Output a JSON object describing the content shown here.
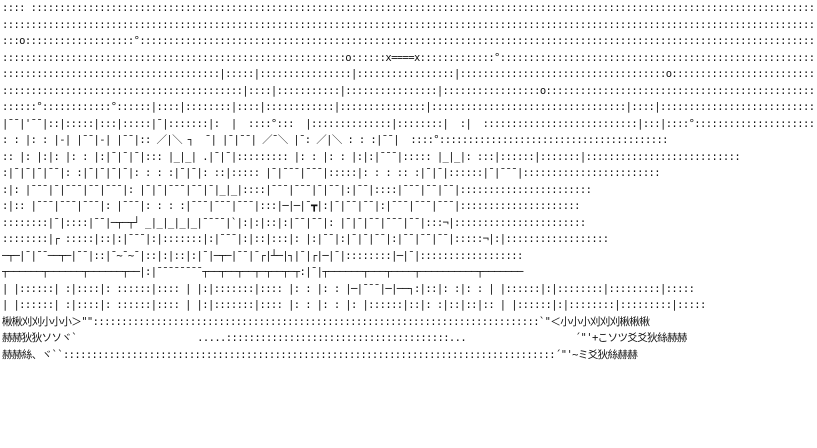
{
  "art": {
    "lines": [
      ":::: ::::::::::::::::::::::::::::::::::::::::::::::::::::::::::::::::::::::::::::::::::::::::::::::::::::::::::::::::::::::::::::::::::::::::::::::::::::::::::::::::::::::::::::::::::::::::::::::::::::",
      "::::::::::::::::::::::::::::::::::::::::::::::::::::::::::::::::::::::::::::::::::::::::::::::::::::::::::::::::::::::::::::::::::::::::::::::::::::::::::::::::::::::::::::::::::::::::::::::::::::::::",
      ":::o:::::::::::::::::::°:::::::::::::::::::::::::::::::::::::::::::::::::::::::::::::::::::::::::::::::::::::::::::::::::::::::::::::::::::::::::::::::::::::::::::::::::::::::::::::::::::::::::::",
      "::::::::::::::::::::::::::::::::::::::::::::::::::::::::::::o::::::x====x:::::::::::::°::::::::::::::::::::::::::::::::::::::::::::::::::::::::::::::::::::::::::::::::::::::::::::::::::::",
      "::::::::::::::::::::::::::::::::::::::|:::::|::::::::::::::::|:::::::::::::::::|::::::::::::::::::::::::::::::::::::o::::::::::::::::::::::::::::::::::::::::::::::::::::::::::::::::::::::::::",
      "::::::::::::::::::::::::::::::::::::::::::|::::|:::::::::::|::::::::::::::::|:::::::::::::::::o:::::::::::::::::::::::::::::::::::::::::::::::::::::::::::::::::::::::::::::::::::::::::::::::::",
      "::::::°::::::::::::°::::::|::::|::::::::|::::|::::::::::::|:::::::::::::::|::::::::::::::::::::::::::::::::::|::::|::::::::::::::::::::::::::::::::::::::::::::::::::::::::::::::::::::::::::::::::",
      "|¯¯|'¯¯|::|:::::|:::|:::::|¯|:::::::|:  |  ::::°:::  |::::::::::::::|::::::::|  :|  :::::::::::::::::::::::::::|:::|::::°::::::::::::::::::::::::::::::::::::::::::::::",
      ": : |: : |-| |¯¯|-| |¯¯|:: ／|＼ ┐  ¯| |¯|¯¯| ／¯＼ |¯: ／|＼ : : :|¯¯|  ::::°::::::::::::::::::::::::::::::::::::::::",
      ":: |: |:|: |: : |:|¯|¯|¯|::: |_|_| .|¯|¯|::::::::: |: : |: : |:|:|¯¯¯|::::: |_|_|: :::|::::::|:::::::|:::::::::::::::::::::::::::",
      ":|¯|¯|¯|¯¯|: :|¯|¯|¯|¯|: : : :|¯|¯|: ::|::::: |¯|¯¯¯|¯¯¯|:::::|: : : :: :|¯|¯|::::::|¯|¯¯¯|::::::::::::::::::::::::",
      ":|: |¯¯¯|¯|¯¯¯|¯¯|¯¯¯|: |¯|¯|¯¯¯|¯¯|¯|_|_|::::|¯¯¯|¯¯¯|¯|¯¯|:|¯¯|::::|¯¯¯|¯¯|¯¯|:::::::::::::::::::::::",
      ":|:: |¯¯¯|¯¯¯|¯¯¯|: |¯¯¯|: : : :|¯¯¯|¯¯¯|¯¯¯|:::|─|─|¯┳|:|¯|¯¯|¯¯|:|¯¯¯|¯¯¯|¯¯¯|:::::::::::::::::::::",
      "::::::::|¯|::::|¯¯|─┬─┬┘ _|_|_|_|_|¯¯¯¯|`|:|:|::|:|¯¯|¯¯|: |¯|¯|¯¯|¯¯¯|¯¯|:::¬|:::::::::::::::::::::::",
      "::::::::|┌ :::::|::|:|¯¯¯|:|:::::::|:|¯¯¯|:|::|:::|: |:|¯¯|:|¯|¯|¯¯|:|¯¯|¯¯|¯¯|:::::¬|:|::::::::::::::::::",
      "─┬─|¯|¯¯──┬─|¯¯|::|¯~¯~¯|::|:|::|:|¯|─┬─|¯¯|¯┌|┴─|┐|¯|┌|─|¯|::::::::|─|¯|::::::::::::::::::",
      "┬──────┬──────┬──────┬──|:|¯¯¯¯¯¯¯¯┬──┬──┬──┬─┬──┬─┬:|¯|┬──────┬───┬────┬──────────┬───────",
      "| |::::::| :|::::|: ::::::|:::: | |:|:::::::|:::: |: : |: : |─|¯¯¯|─|──┐:|::|: :|: : | |::::::|:|::::::::|:::::::::|:::::",
      "| |::::::| :|::::|: ::::::|:::: | |:|:::::::|:::: |: : |: : |: |::::::|::|: :|::|::|:: | |::::::|:|::::::::|:::::::::|:::::",
      "楸楸刈刈小小小＞\"\"::::::::::::::::::::::::::::::::::::::::::::::::::::::::::::::::::::::::::::::`\"＜小小小刈刈刈楸楸楸",
      "赫赫狄狄ソソヾ`                     .....:::::::::::::::::::::::::::::::::::::::...                   ´\"'+こソツ爻爻狄絲赫赫",
      "赫赫絲、ヾ``::::::::::::::::::::::::::::::::::::::::::::::::::::::::::::::::::::::::::::::::::::::´\"'~ミ爻狄絲赫赫"
    ]
  }
}
